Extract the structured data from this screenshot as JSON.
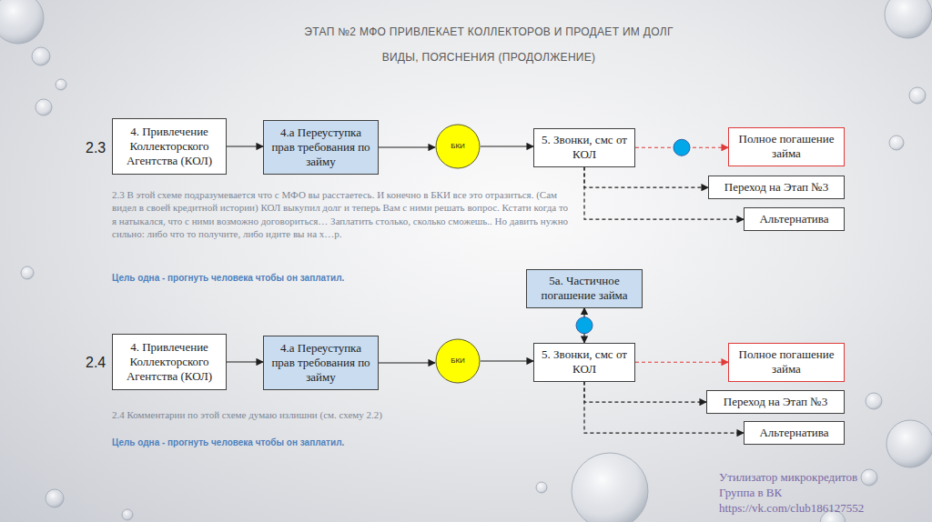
{
  "diagram": {
    "title": "ЭТАП №2 МФО ПРИВЛЕКАЕТ КОЛЛЕКТОРОВ И ПРОДАЕТ ИМ ДОЛГ",
    "nodes": [
      {
        "text": [
          "4. Привлечение Коллекторского Агентства (КОЛ)"
        ]
      },
      {
        "text": [
          "4.а Переуступка прав требования по займу"
        ]
      },
      {
        "text": [
          "БКИ"
        ]
      },
      {
        "text": [
          "5. Звонки, смс от КОЛ"
        ]
      },
      {
        "text": [
          "Полное погашение займа"
        ]
      },
      {
        "text": [
          "Переход на Этап №3"
        ]
      },
      {
        "text": [
          "Альтернатива"
        ]
      },
      {
        "text": [
          "5а. Частичное погашение займа"
        ]
      },
      {
        "text": [
          "4. Привлечение Коллекторского Агентства (КОЛ)"
        ]
      },
      {
        "text": [
          "4.а Переуступка прав требования по займу"
        ]
      },
      {
        "text": [
          "БКИ"
        ]
      },
      {
        "text": [
          "5. Звонки, смс от КОЛ"
        ]
      },
      {
        "text": [
          "Полное погашение займа"
        ]
      },
      {
        "text": [
          "Переход на Этап №3"
        ]
      },
      {
        "text": [
          "Альтернатива"
        ]
      }
    ],
    "edges": [
      {
        "from": 0,
        "to": 1,
        "arrow": "to"
      },
      {
        "from": 1,
        "to": 2,
        "arrow": "to"
      },
      {
        "from": 2,
        "to": 3,
        "arrow": "to"
      },
      {
        "from": 3,
        "to": 4,
        "arrow": "to"
      },
      {
        "from": 3,
        "to": 5,
        "arrow": "to"
      },
      {
        "from": 3,
        "to": 6,
        "arrow": "to"
      },
      {
        "from": 8,
        "to": 9,
        "arrow": "to"
      },
      {
        "from": 9,
        "to": 10,
        "arrow": "to"
      },
      {
        "from": 10,
        "to": 11,
        "arrow": "to"
      },
      {
        "from": 11,
        "to": 12,
        "arrow": "to"
      },
      {
        "from": 11,
        "to": 13,
        "arrow": "to"
      },
      {
        "from": 11,
        "to": 14,
        "arrow": "to"
      },
      {
        "from": 7,
        "to": 11,
        "arrow": "both"
      }
    ],
    "labels": [
      "ВИДЫ, ПОЯСНЕНИЯ (ПРОДОЛЖЕНИЕ)",
      "2.3",
      "2.3 В этой схеме подразумевается что с МФО вы расстаетесь. И конечно в БКИ все это отразиться. (Сам видел в своей кредитной истории) КОЛ выкупил долг и теперь Вам с ними решать вопрос. Кстати когда то я натыкался, что с ними возможно договориться… Заплатить столько, сколько сможешь.. Но давить нужно сильно: либо что то получите, либо идите вы на х…р.",
      "Цель одна - прогнуть человека чтобы он заплатил.",
      "2.4",
      "2.4 Комментарии по этой схеме думаю излишни (см. схему 2.2)",
      "Цель одна - прогнуть человека чтобы он заплатил.",
      "Утилизатор микрокредитов",
      "Группа в ВК",
      "https://vk.com/club186127552"
    ]
  }
}
